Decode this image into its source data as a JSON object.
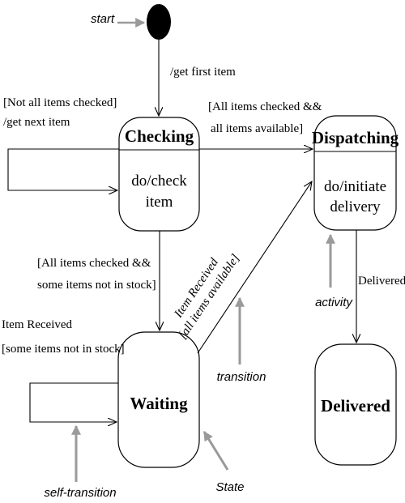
{
  "states": {
    "checking": {
      "name": "Checking",
      "activity_line1": "do/check",
      "activity_line2": "item"
    },
    "dispatching": {
      "name": "Dispatching",
      "activity_line1": "do/initiate",
      "activity_line2": "delivery"
    },
    "waiting": {
      "name": "Waiting"
    },
    "delivered": {
      "name": "Delivered"
    }
  },
  "transitions": {
    "first_item": "/get first item",
    "self_checking_line1": "[Not all items checked]",
    "self_checking_line2": "/get next item",
    "to_dispatching_line1": "[All items checked &&",
    "to_dispatching_line2": "all items available]",
    "to_waiting_line1": "[All items checked &&",
    "to_waiting_line2": "some items not in stock]",
    "self_waiting_line1": "Item Received",
    "self_waiting_line2": "[some items not in stock]",
    "waiting_to_dispatching_line1": "Item Received",
    "waiting_to_dispatching_line2": "[all items available]",
    "to_delivered": "Delivered"
  },
  "annotations": {
    "start": "start",
    "activity": "activity",
    "transition": "transition",
    "self_transition": "self-transition",
    "state": "State"
  },
  "colors": {
    "annotation_gray": "#9a9a9a",
    "initial_node": "#000000"
  }
}
